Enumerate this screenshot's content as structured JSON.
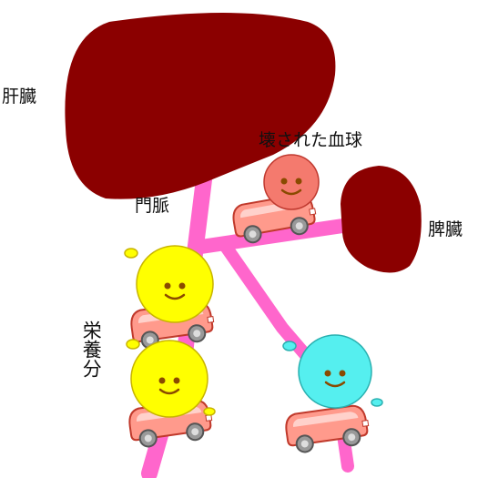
{
  "labels": {
    "liver": "肝臓",
    "portal_vein": "門脈",
    "damaged_blood_cells": "壊された血球",
    "spleen": "脾臓",
    "nutrients": "栄養分"
  },
  "icons": {
    "liver": "liver-organ-icon",
    "spleen": "spleen-organ-icon",
    "red_cell": "red-blood-cell-character-icon",
    "nutrient": "nutrient-character-icon",
    "blue_cell": "blue-character-icon",
    "car": "car-icon"
  },
  "colors": {
    "organ": "#8b0000",
    "vessel": "#ff66cc",
    "car": "#ff9a8c",
    "red_cell": "#f47a6e",
    "nutrient": "#ffff00",
    "blue_cell": "#55efef"
  }
}
